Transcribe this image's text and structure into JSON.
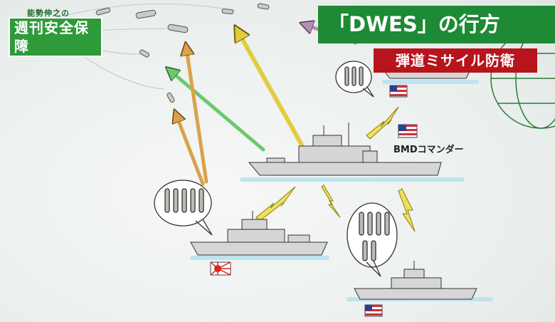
{
  "show": {
    "subtitle": "能勢伸之の",
    "title": "週刊安全保障"
  },
  "headline": "「DWES」の行方",
  "subheadline": "弾道ミサイル防衛",
  "ship_label": "BMDコマンダー",
  "colors": {
    "headline_bg": "#1e8a35",
    "subhead_bg": "#b8141c",
    "logo_bg": "#2f9a3a",
    "arrow_yellow": "#e3cc3c",
    "arrow_orange": "#dba24b",
    "arrow_green": "#6cc96c",
    "arrow_purple": "#b58fb5",
    "water": "#bfe3ef"
  }
}
